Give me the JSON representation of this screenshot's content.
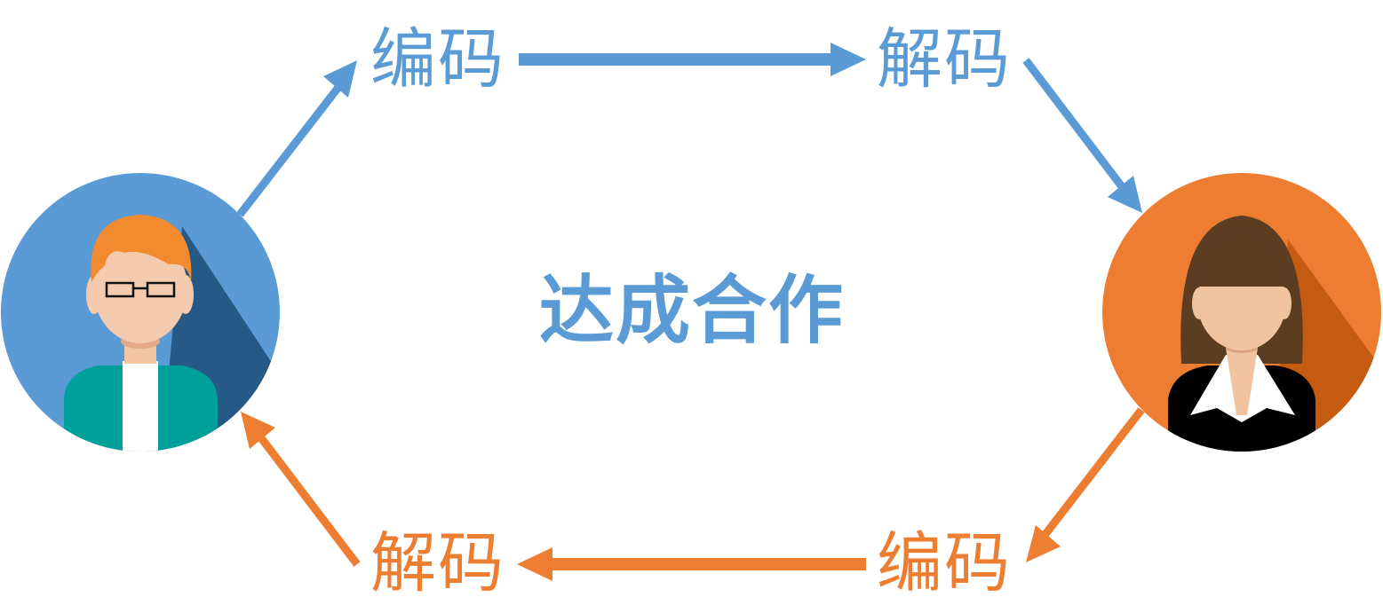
{
  "labels": {
    "top_left": "编码",
    "top_right": "解码",
    "bottom_left": "解码",
    "bottom_right": "编码",
    "center": "达成合作"
  },
  "people": {
    "left": {
      "icon": "male-avatar-icon",
      "background": "#5b9bd5"
    },
    "right": {
      "icon": "female-avatar-icon",
      "background": "#ed7d31"
    }
  },
  "colors": {
    "blue": "#5b9bd5",
    "orange": "#ed7d31"
  }
}
